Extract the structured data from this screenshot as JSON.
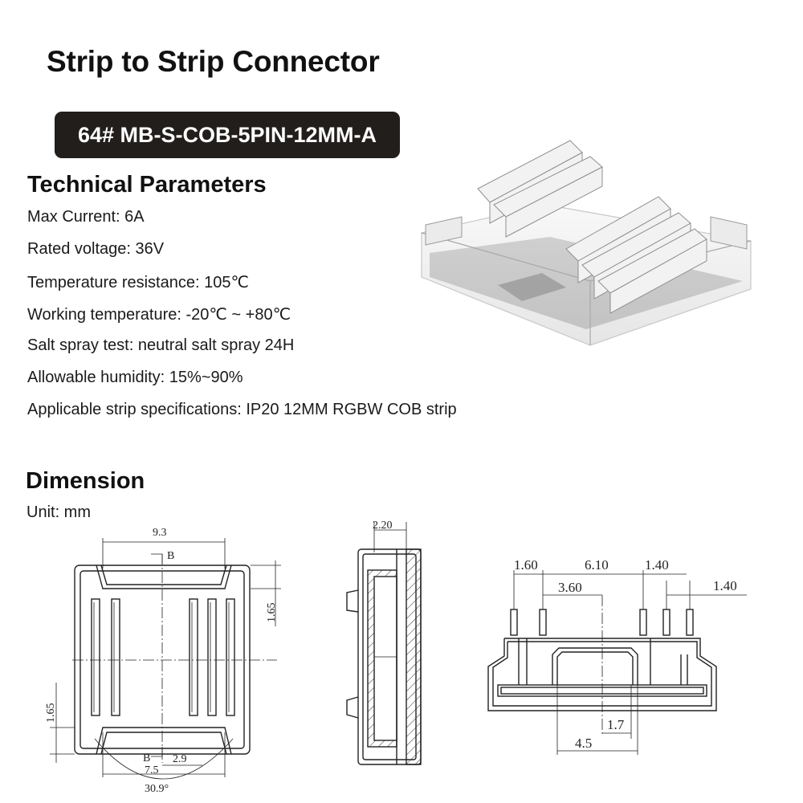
{
  "page": {
    "title": "Strip to Strip Connector",
    "model": "64# MB-S-COB-5PIN-12MM-A"
  },
  "technical": {
    "heading": "Technical Parameters",
    "params": [
      "Max Current: 6A",
      "Rated voltage: 36V",
      "Temperature resistance: 105℃",
      "Working temperature: -20℃ ~ +80℃",
      "Salt spray test: neutral salt spray 24H",
      "Allowable humidity: 15%~90%",
      "Applicable strip specifications: IP20 12MM  RGBW COB strip"
    ]
  },
  "dimension": {
    "heading": "Dimension",
    "unit": "Unit: mm",
    "top_view": {
      "width_top": "9.3",
      "section_label_top": "B",
      "height_right": "1.65",
      "height_left": "1.65",
      "section_label_bottom": "B",
      "offset": "2.9",
      "width_bottom": "7.5",
      "angle": "30.9°"
    },
    "side_view": {
      "thickness": "2.20"
    },
    "front_view": {
      "pin_offset_left": "1.60",
      "pin_span": "6.10",
      "pin_gap_1": "1.40",
      "pin_gap_2": "1.40",
      "center_offset": "3.60",
      "slot_offset": "1.7",
      "slot_width": "4.5"
    }
  }
}
